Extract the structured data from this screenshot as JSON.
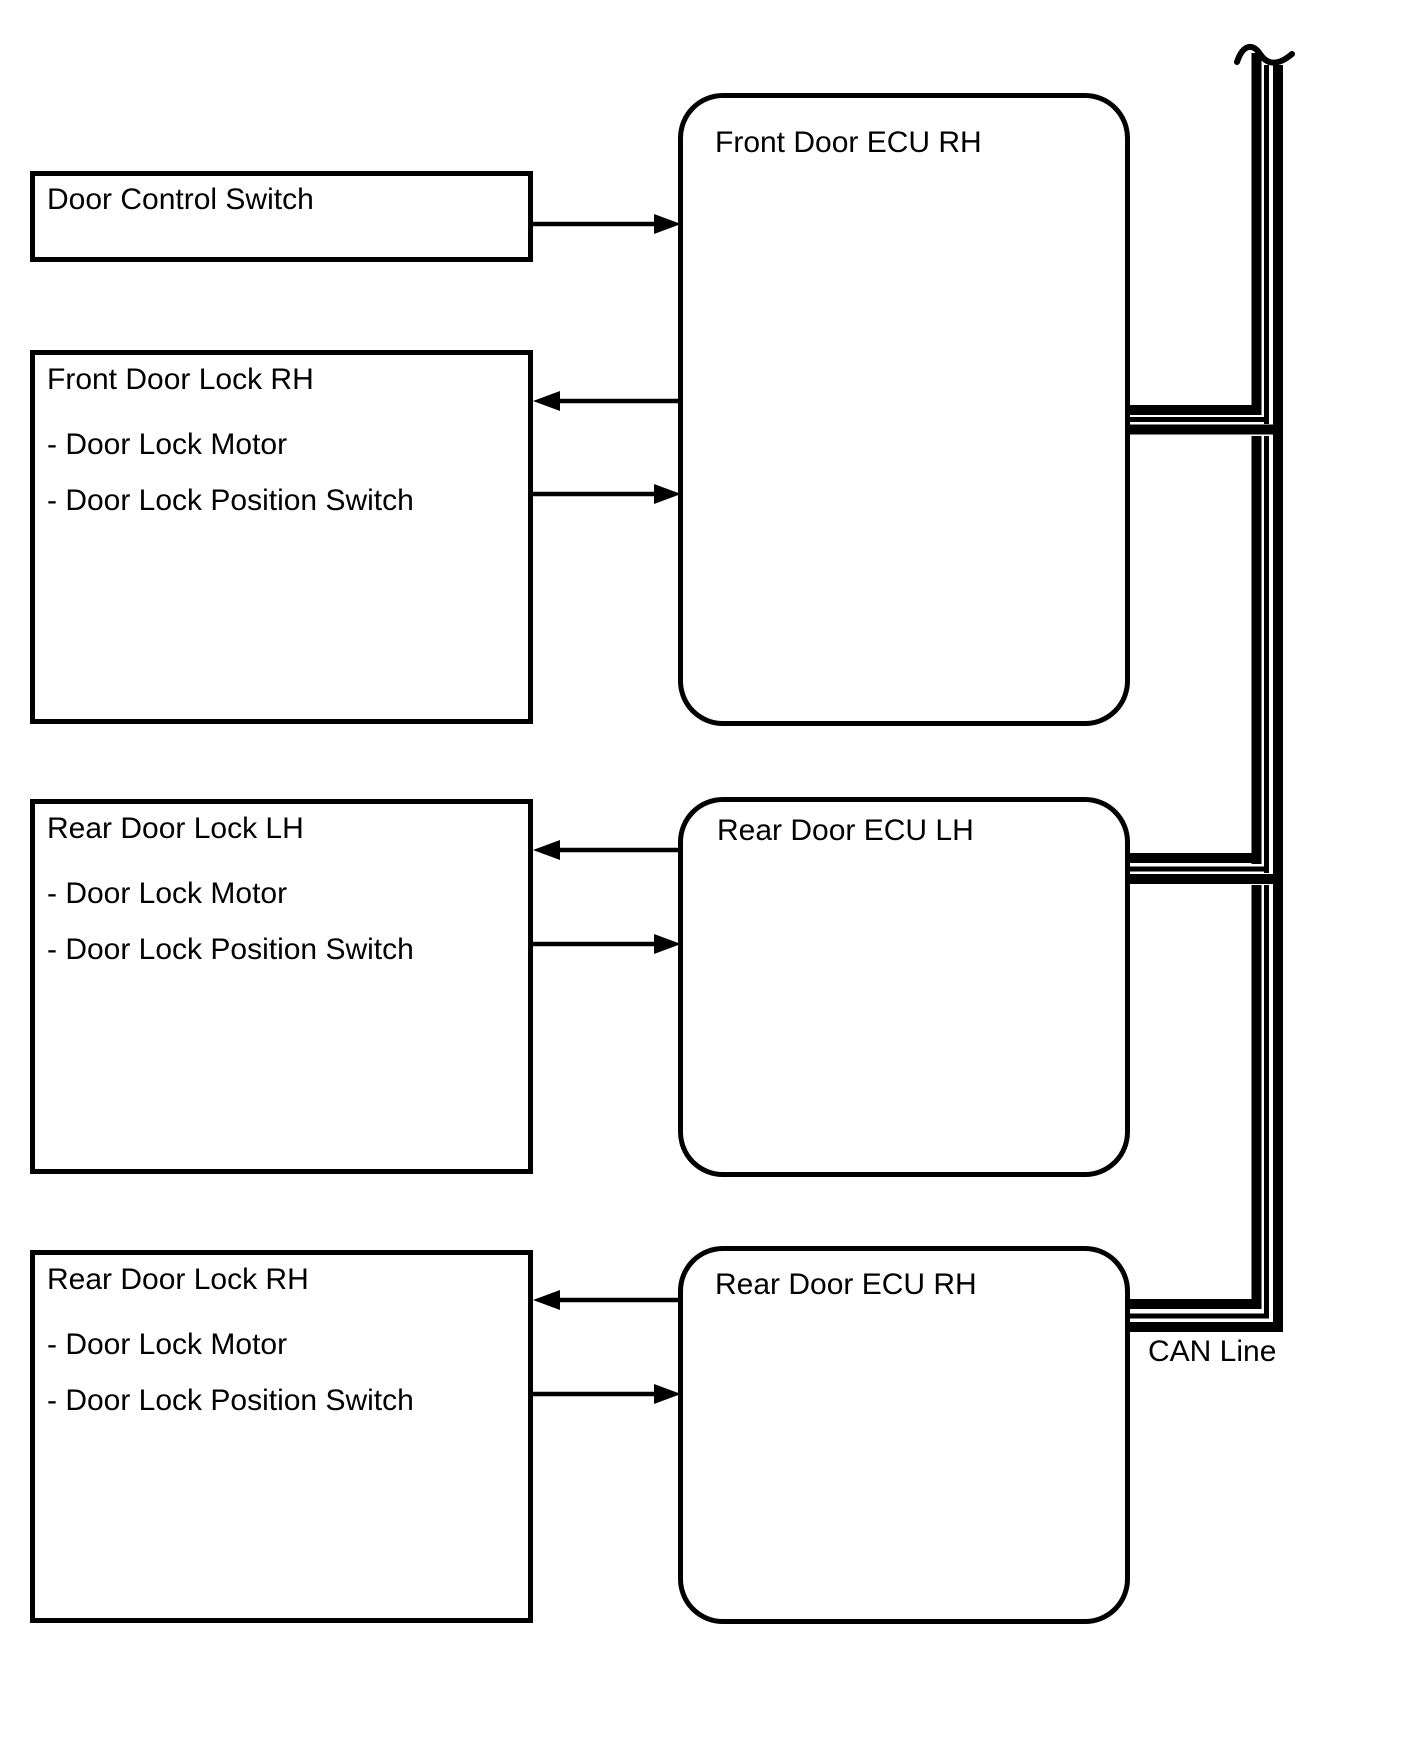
{
  "diagram": {
    "title_hint": "Door lock ECU block diagram",
    "left_boxes": [
      {
        "title": "Door Control Switch",
        "items": []
      },
      {
        "title": "Front Door Lock RH",
        "items": [
          "- Door Lock Motor",
          "- Door Lock Position Switch"
        ]
      },
      {
        "title": "Rear Door Lock LH",
        "items": [
          "- Door Lock Motor",
          "- Door Lock Position Switch"
        ]
      },
      {
        "title": "Rear Door Lock RH",
        "items": [
          "- Door Lock Motor",
          "- Door Lock Position Switch"
        ]
      }
    ],
    "ecu_boxes": [
      {
        "title": "Front Door ECU RH"
      },
      {
        "title": "Rear Door ECU LH"
      },
      {
        "title": "Rear Door ECU RH"
      }
    ],
    "can_label": "CAN Line",
    "connections": [
      "Door Control Switch -> Front Door ECU RH",
      "Front Door ECU RH -> Front Door Lock RH",
      "Front Door Lock RH -> Front Door ECU RH",
      "Rear Door ECU LH -> Rear Door Lock LH",
      "Rear Door Lock LH -> Rear Door ECU LH",
      "Rear Door ECU RH -> Rear Door Lock RH",
      "Rear Door Lock RH -> Rear Door ECU RH",
      "Front Door ECU RH <-> CAN Line",
      "Rear Door ECU LH <-> CAN Line",
      "Rear Door ECU RH <-> CAN Line"
    ],
    "colors": {
      "line": "#000000",
      "background": "#ffffff"
    }
  }
}
